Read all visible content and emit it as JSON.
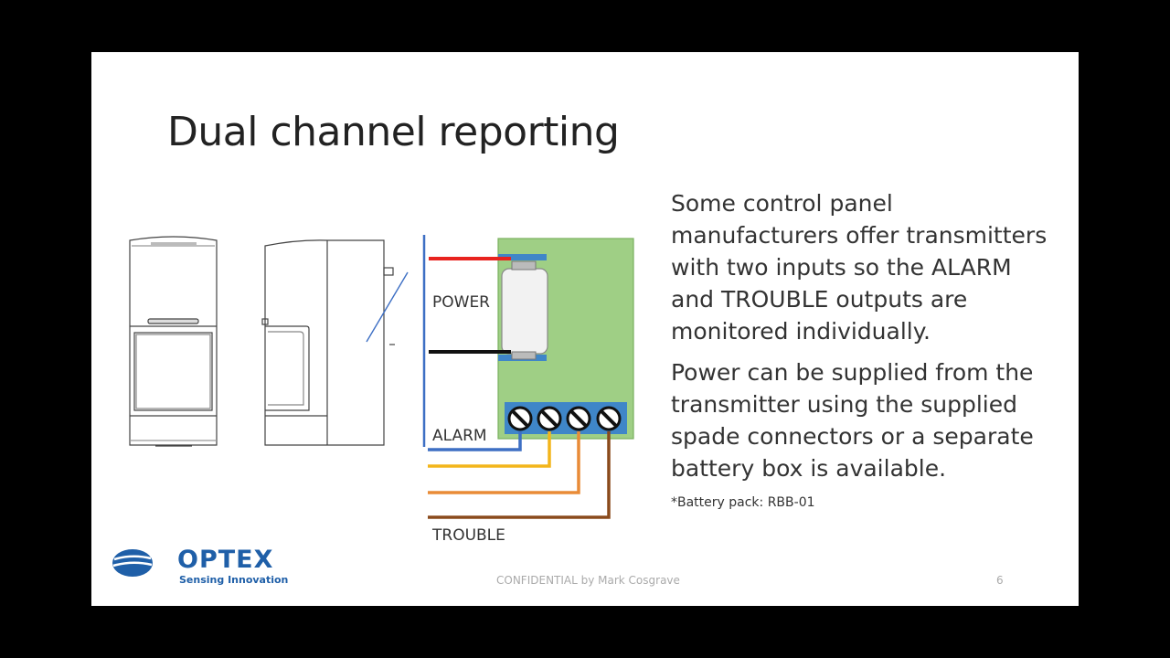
{
  "slide": {
    "title": "Dual channel reporting",
    "body": [
      "Some control panel manufacturers offer transmitters with two inputs so the ALARM and TROUBLE outputs are monitored individually.",
      "Power can be supplied from the transmitter using the supplied spade connectors or a separate battery box is available."
    ],
    "footnote": "*Battery pack: RBB-01"
  },
  "diagram": {
    "labels": {
      "power": "POWER",
      "alarm": "ALARM",
      "trouble": "TROUBLE"
    },
    "wire_colors": {
      "power_positive": "#e8231f",
      "power_negative": "#111111",
      "alarm_1": "#3d6fc4",
      "alarm_2": "#f3b51b",
      "trouble_1": "#e98b37",
      "trouble_2": "#8a4a1c"
    },
    "board_color": "#9fcf85",
    "terminal_block_color": "#3f86c8",
    "terminal_count": 4
  },
  "footer": {
    "logo_name": "OPTEX",
    "logo_tagline": "Sensing Innovation",
    "center": "CONFIDENTIAL by Mark Cosgrave",
    "page_number": "6"
  }
}
